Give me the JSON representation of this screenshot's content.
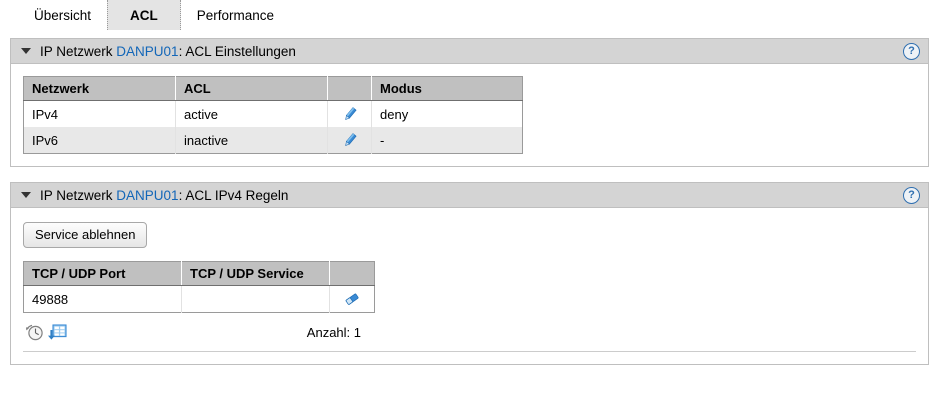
{
  "tabs": [
    {
      "label": "Übersicht",
      "active": false
    },
    {
      "label": "ACL",
      "active": true
    },
    {
      "label": "Performance",
      "active": false
    }
  ],
  "colors": {
    "link_blue": "#1266b8",
    "header_gray": "#d4d4d4",
    "table_header_gray": "#c0c0c0",
    "row_alt_gray": "#e8e8e8",
    "icon_blue": "#3a8ad4"
  },
  "panels": [
    {
      "title_prefix": "IP Netzwerk ",
      "title_link": "DANPU01",
      "title_suffix": ": ACL Einstellungen",
      "help_label": "?",
      "table": {
        "columns": [
          "Netzwerk",
          "ACL",
          "",
          "Modus"
        ],
        "rows": [
          {
            "netzwerk": "IPv4",
            "acl": "active",
            "edit_icon": "pencil-icon",
            "modus": "deny"
          },
          {
            "netzwerk": "IPv6",
            "acl": "inactive",
            "edit_icon": "pencil-icon",
            "modus": "-"
          }
        ]
      }
    },
    {
      "title_prefix": "IP Netzwerk ",
      "title_link": "DANPU01",
      "title_suffix": ": ACL IPv4 Regeln",
      "help_label": "?",
      "action_button": "Service ablehnen",
      "table": {
        "columns": [
          "TCP / UDP Port",
          "TCP / UDP Service",
          ""
        ],
        "rows": [
          {
            "port": "49888",
            "service": "",
            "delete_icon": "eraser-icon"
          }
        ]
      },
      "footer": {
        "history_icon": "clock-history-icon",
        "export_icon": "table-export-icon",
        "count_label": "Anzahl: 1"
      }
    }
  ]
}
